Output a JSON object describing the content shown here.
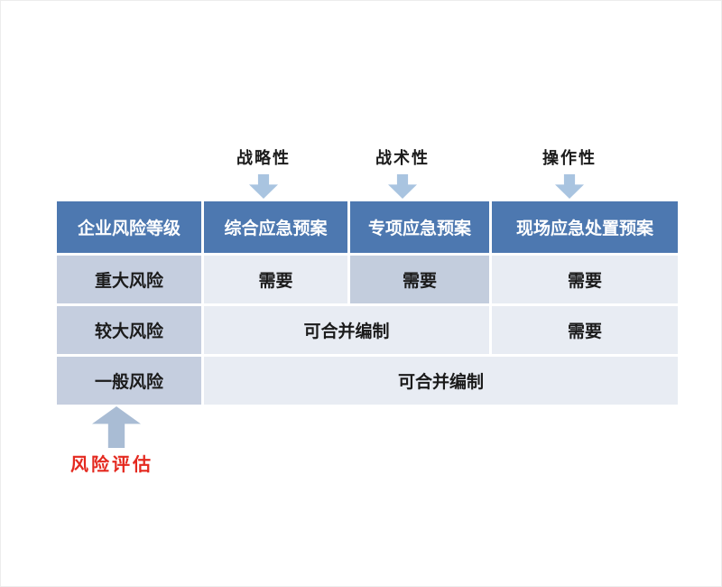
{
  "diagram_title_context": "emergency-plan-requirements-by-risk-level",
  "top_labels": [
    {
      "label": "战略性"
    },
    {
      "label": "战术性"
    },
    {
      "label": "操作性"
    }
  ],
  "table": {
    "headers": [
      "企业风险等级",
      "综合应急预案",
      "专项应急预案",
      "现场应急处置预案"
    ],
    "rows": [
      {
        "level": "重大风险",
        "cells": [
          "需要",
          "需要",
          "需要"
        ]
      },
      {
        "level": "较大风险",
        "cells": [
          "可合并编制",
          "需要"
        ]
      },
      {
        "level": "一般风险",
        "cells": [
          "可合并编制"
        ]
      }
    ]
  },
  "annotation": {
    "label": "风险评估"
  },
  "colors": {
    "header_bg": "#4d78b0",
    "header_text": "#ffffff",
    "level_cell_bg": "#c5cedf",
    "cell_bg": "#e8ecf3",
    "highlight_cell_bg": "#c3cddd",
    "down_arrow": "#a9c4e0",
    "up_arrow": "#a9bcd4",
    "risk_assessment_text": "#e4291f",
    "cell_text": "#1b1b1b"
  }
}
